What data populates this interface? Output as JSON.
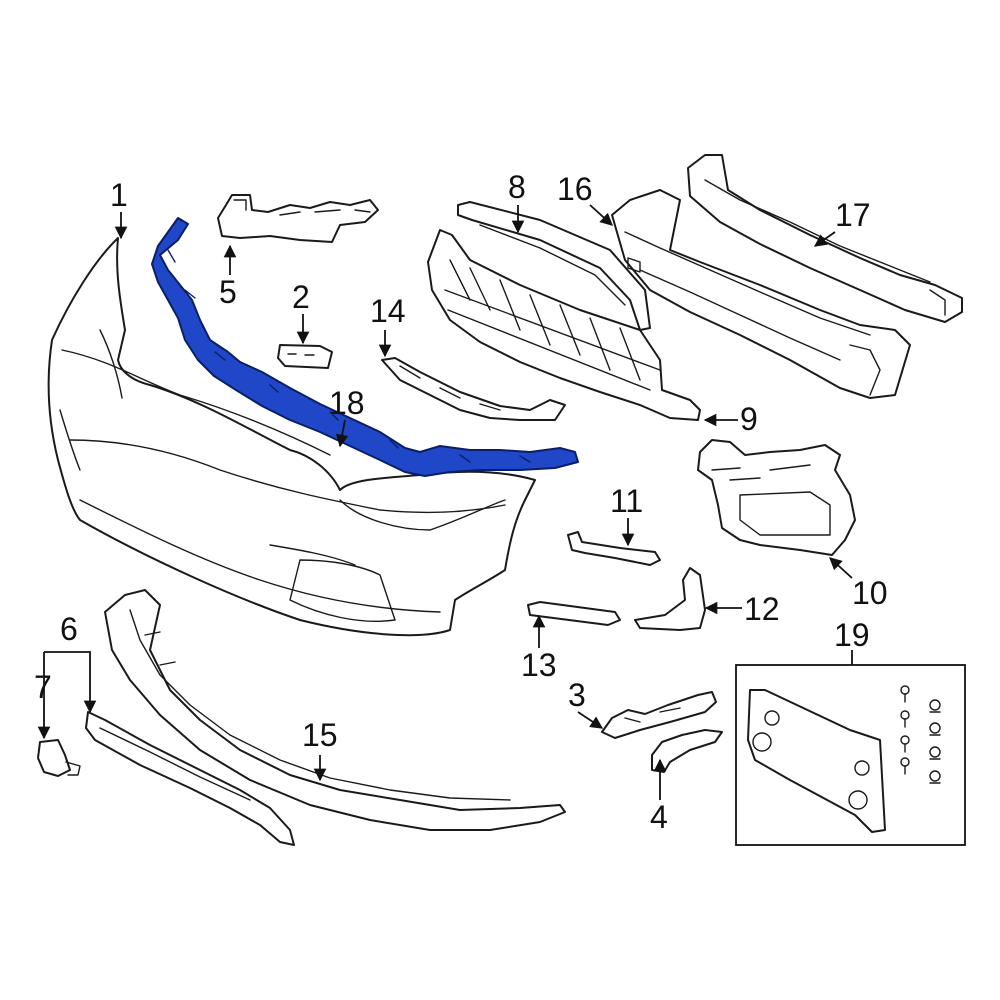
{
  "colors": {
    "highlight": "#1f47c8",
    "highlight_stroke": "#0a1f66",
    "line": "#1a1a1a",
    "background": "#ffffff"
  },
  "callouts": {
    "c1": "1",
    "c2": "2",
    "c3": "3",
    "c4": "4",
    "c5": "5",
    "c6": "6",
    "c7": "7",
    "c8": "8",
    "c9": "9",
    "c10": "10",
    "c11": "11",
    "c12": "12",
    "c13": "13",
    "c14": "14",
    "c15": "15",
    "c16": "16",
    "c17": "17",
    "c18": "18",
    "c19": "19"
  }
}
